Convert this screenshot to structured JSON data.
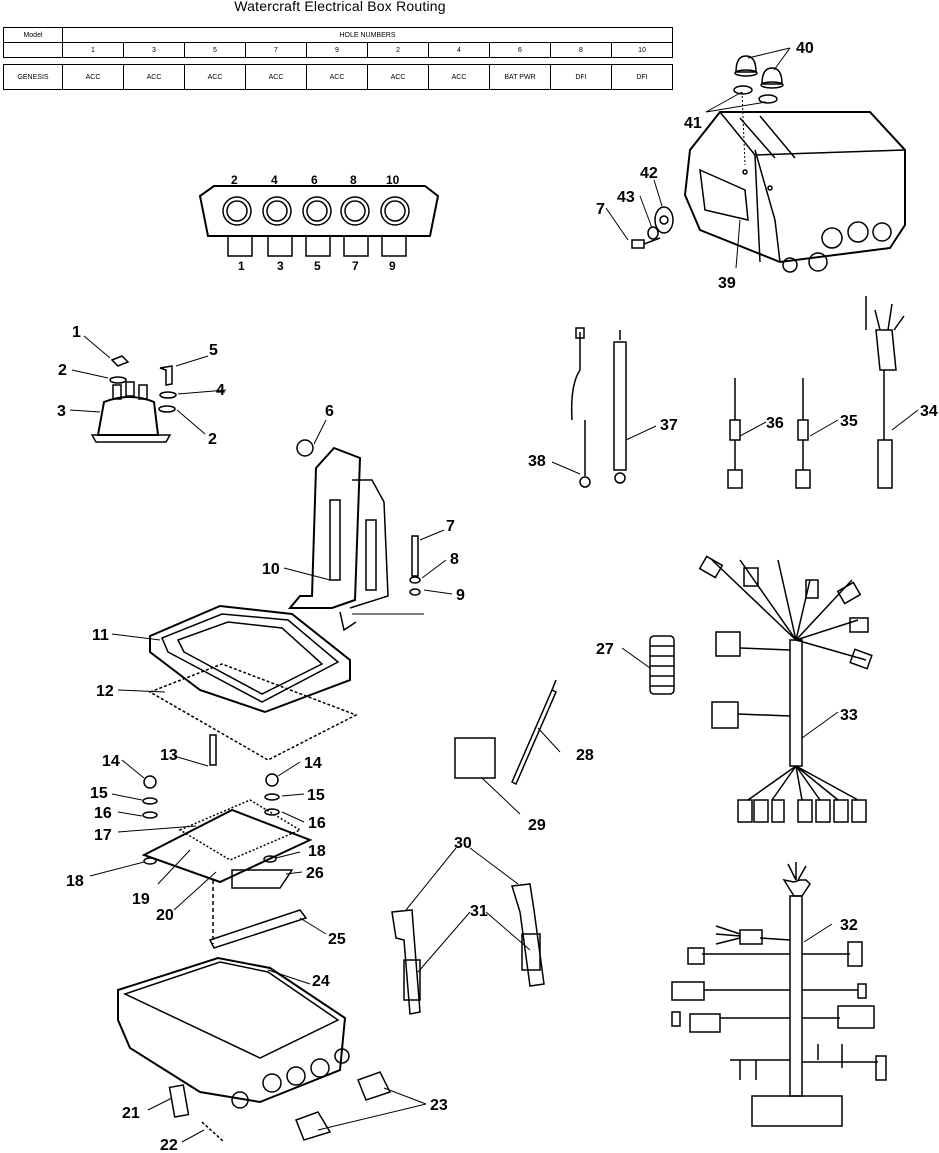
{
  "title": "Watercraft Electrical Box Routing",
  "table": {
    "model_header": "Model",
    "hole_numbers_header": "HOLE NUMBERS",
    "hole_columns": [
      "1",
      "3",
      "5",
      "7",
      "9",
      "2",
      "4",
      "6",
      "8",
      "10"
    ],
    "rows": [
      {
        "model": "GENESIS",
        "values": [
          "ACC",
          "ACC",
          "ACC",
          "ACC",
          "ACC",
          "ACC",
          "ACC",
          "BAT PWR",
          "DFI",
          "DFI"
        ]
      }
    ]
  },
  "hole_block": {
    "top_labels": [
      "2",
      "4",
      "6",
      "8",
      "10"
    ],
    "bottom_labels": [
      "1",
      "3",
      "5",
      "7",
      "9"
    ]
  },
  "callouts": {
    "c1": "1",
    "c2a": "2",
    "c2b": "2",
    "c3": "3",
    "c4": "4",
    "c5": "5",
    "c6": "6",
    "c7a": "7",
    "c7b": "7",
    "c8": "8",
    "c9": "9",
    "c10": "10",
    "c11": "11",
    "c12": "12",
    "c13": "13",
    "c14a": "14",
    "c14b": "14",
    "c15a": "15",
    "c15b": "15",
    "c16a": "16",
    "c16b": "16",
    "c17": "17",
    "c18a": "18",
    "c18b": "18",
    "c19": "19",
    "c20": "20",
    "c21": "21",
    "c22": "22",
    "c23": "23",
    "c24": "24",
    "c25": "25",
    "c26": "26",
    "c27": "27",
    "c28": "28",
    "c29": "29",
    "c30": "30",
    "c31": "31",
    "c32": "32",
    "c33": "33",
    "c34": "34",
    "c35": "35",
    "c36": "36",
    "c37": "37",
    "c38": "38",
    "c39": "39",
    "c40": "40",
    "c41": "41",
    "c42": "42",
    "c43": "43"
  }
}
